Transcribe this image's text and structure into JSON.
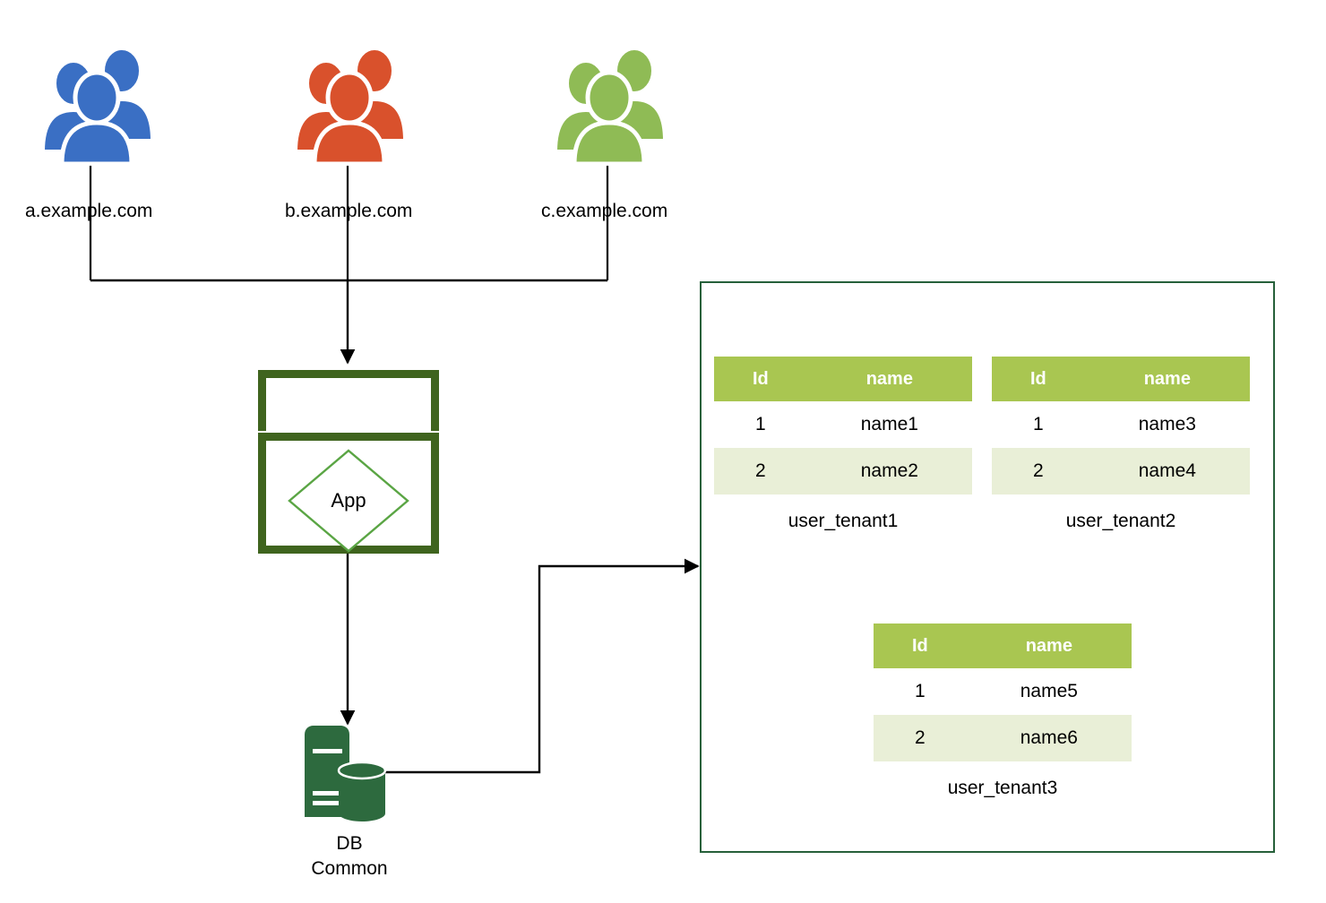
{
  "diagram": {
    "title": "Multi-tenant application with shared database and per-tenant tables",
    "colors": {
      "tenant_a": "#3a6fc4",
      "tenant_b": "#d9512c",
      "tenant_c": "#8fbb55",
      "app_border": "#3f641e",
      "app_diamond": "#5aa544",
      "db_green": "#2d6a3e",
      "table_header": "#a9c651",
      "table_row_alt": "#e9efd7",
      "container_border": "#26603a",
      "connector": "#000000"
    }
  },
  "tenants": [
    {
      "id": "a",
      "label": "a.example.com",
      "icon": "users-group-icon",
      "color": "#3a6fc4"
    },
    {
      "id": "b",
      "label": "b.example.com",
      "icon": "users-group-icon",
      "color": "#d9512c"
    },
    {
      "id": "c",
      "label": "c.example.com",
      "icon": "users-group-icon",
      "color": "#8fbb55"
    }
  ],
  "app": {
    "icon": "component-icon",
    "label": "App"
  },
  "database": {
    "icon": "database-server-icon",
    "label_line1": "DB",
    "label_line2": "Common"
  },
  "tables_container": {
    "tables": [
      {
        "caption": "user_tenant1",
        "columns": [
          "Id",
          "name"
        ],
        "rows": [
          {
            "id": "1",
            "name": "name1"
          },
          {
            "id": "2",
            "name": "name2"
          }
        ]
      },
      {
        "caption": "user_tenant2",
        "columns": [
          "Id",
          "name"
        ],
        "rows": [
          {
            "id": "1",
            "name": "name3"
          },
          {
            "id": "2",
            "name": "name4"
          }
        ]
      },
      {
        "caption": "user_tenant3",
        "columns": [
          "Id",
          "name"
        ],
        "rows": [
          {
            "id": "1",
            "name": "name5"
          },
          {
            "id": "2",
            "name": "name6"
          }
        ]
      }
    ]
  },
  "connectors": [
    {
      "name": "tenant-a-to-bus",
      "from": "a.example.com",
      "to": "App"
    },
    {
      "name": "tenant-b-to-bus",
      "from": "b.example.com",
      "to": "App"
    },
    {
      "name": "tenant-c-to-bus",
      "from": "c.example.com",
      "to": "App"
    },
    {
      "name": "app-to-db",
      "from": "App",
      "to": "DB Common"
    },
    {
      "name": "db-to-tables",
      "from": "DB Common",
      "to": "tenant tables"
    }
  ]
}
